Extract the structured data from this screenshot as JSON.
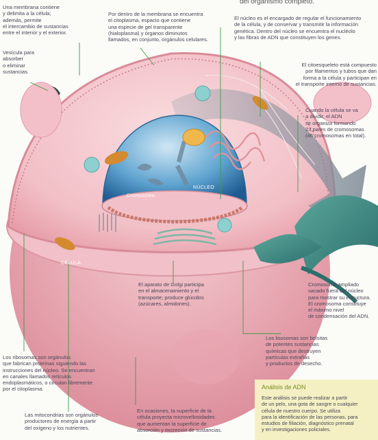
{
  "header": {
    "fragment": "del organismo completo."
  },
  "labels": {
    "membrane": "Una membrana contiene\ny delimita a la célula;\nademás, permite\nel intercambio de sustancias\nentre el interior y el exterior.",
    "vesicle": "Vesícula para\nabsorber\no eliminar\nsustancias.",
    "cytoplasm": "Por dentro de la membrana se encuentra\nel citoplasma, espacio que contiene\nuna especie de gel transparente\n(hialoplasma) y órganos diminutos\nllamados, en conjunto, orgánulos celulares.",
    "nucleus": "El núcleo es el encargado de regular el funcionamiento\nde la célula, y de conservar y transmitir la información\ngenética. Dentro del núcleo se encuentra el nucléolo\ny las fibras de ADN que constituyen los genes.",
    "cytoskeleton": "El citoesqueleto está compuesto\npor filamentos y tubos que dan\nforma a la célula y participan en\nel transporte interno de sustancias.",
    "division": "Cuando la célula se va\na dividir, el ADN\nse organiza formando\n23 pares de cromosomas\n(46 cromosomas en total).",
    "chromosome_zoom": "Cromosoma ampliado\nsacado fuera del núcleo\npara mostrar su estructura.\nEl cromosoma constituye\nel máximo nivel\nde condensación del ADN.",
    "lysosomes": "Los lisosomas son bolsitas\nde potentes sustancias\nquímicas que destruyen\npartículas extrañas\ny productos de desecho.",
    "golgi": "El aparato de Golgi participa\nen el almacenamiento y el\ntransporte; produce glúcidos\n(azúcares, almidones).",
    "ribosomes": "Los ribosomas son orgánulos\nque fabrican proteínas siguiendo las\ninstrucciones del núcleo. Se encuentran\nen canales llamados retículos\nendoplasmáticos, o circulan libremente\npor el citoplasma.",
    "mitochondria": "Las mitocondrias son orgánulos\nproductores de energía a partir\ndel oxígeno y los nutrientes.",
    "microvilli": "En ocasiones, la superficie de la\ncélula proyecta microvellosidades\nque aumentan la superficie de\nabsorción y excreción de sustancias."
  },
  "tags": {
    "cell": "CÉLULA",
    "nucleus": "NÚCLEO",
    "chromosome": "Cromosoma"
  },
  "dna_box": {
    "title": "Análisis de ADN",
    "body": "Este análisis se puede realizar a partir\nde un pelo, una gota de sangre o cualquier\ncélula de nuestro cuerpo. Se utiliza\npara la identificación de las personas, para\nestudios de filiación, diagnóstico prenatal\ny en investigaciones policiales."
  },
  "colors": {
    "leader_line": "#3f9a4a",
    "membrane": "#e7a2ad",
    "cytoplasm": "#f3c6cd",
    "nucleus": "#3f86b8",
    "chromosome": "#3c8b86",
    "box": "#f4f0c4"
  }
}
